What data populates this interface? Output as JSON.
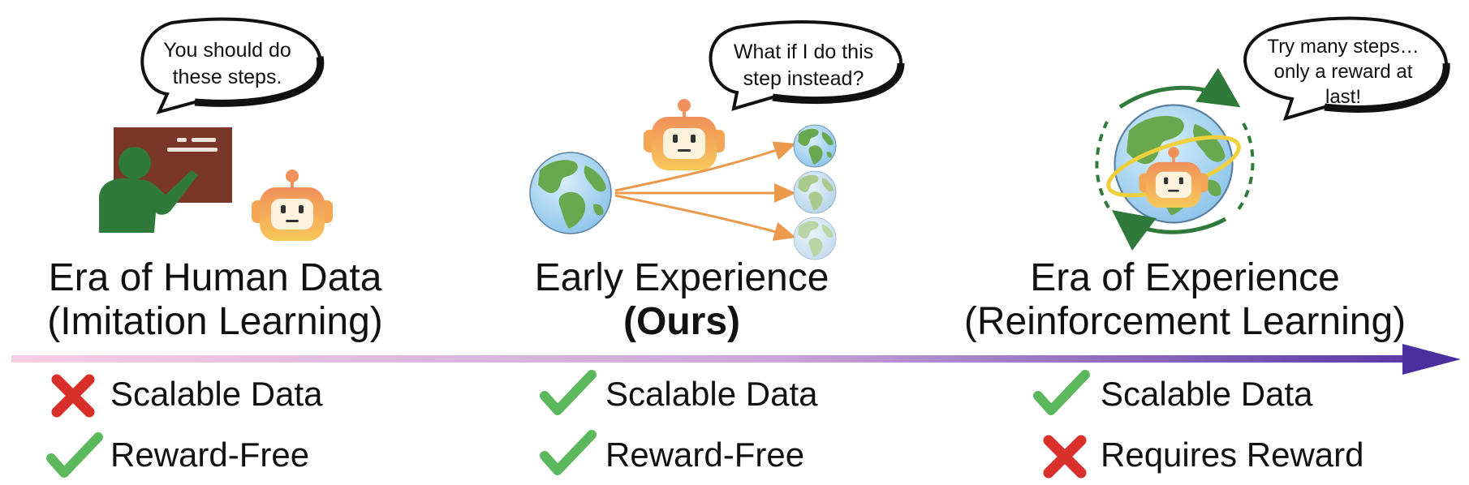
{
  "eras": [
    {
      "title_line1": "Era of Human Data",
      "title_line2": "(Imitation Learning)",
      "bubble": [
        "You should do",
        "these steps."
      ],
      "features": [
        {
          "label": "Scalable Data",
          "status": "cross"
        },
        {
          "label": "Reward-Free",
          "status": "check"
        }
      ]
    },
    {
      "title_line1": "Early Experience",
      "title_line2": "(Ours)",
      "bubble": [
        "What if I do this",
        "step instead?"
      ],
      "features": [
        {
          "label": "Scalable Data",
          "status": "check"
        },
        {
          "label": "Reward-Free",
          "status": "check"
        }
      ]
    },
    {
      "title_line1": "Era of Experience",
      "title_line2": "(Reinforcement Learning)",
      "bubble": [
        "Try many steps…",
        "only a reward at",
        "last!"
      ],
      "features": [
        {
          "label": "Scalable Data",
          "status": "check"
        },
        {
          "label": "Requires Reward",
          "status": "cross"
        }
      ]
    }
  ],
  "colors": {
    "check": "#5cb85c",
    "cross": "#d9302c",
    "timeline_start": "#f4c6dd",
    "timeline_end": "#4a2f9e",
    "robot_top": "#f29a5a",
    "robot_bottom": "#f7c35a",
    "teacher": "#2f7a3b",
    "board": "#7b3a2a",
    "ocean": "#a9d4f2",
    "land": "#5a9a3c"
  }
}
